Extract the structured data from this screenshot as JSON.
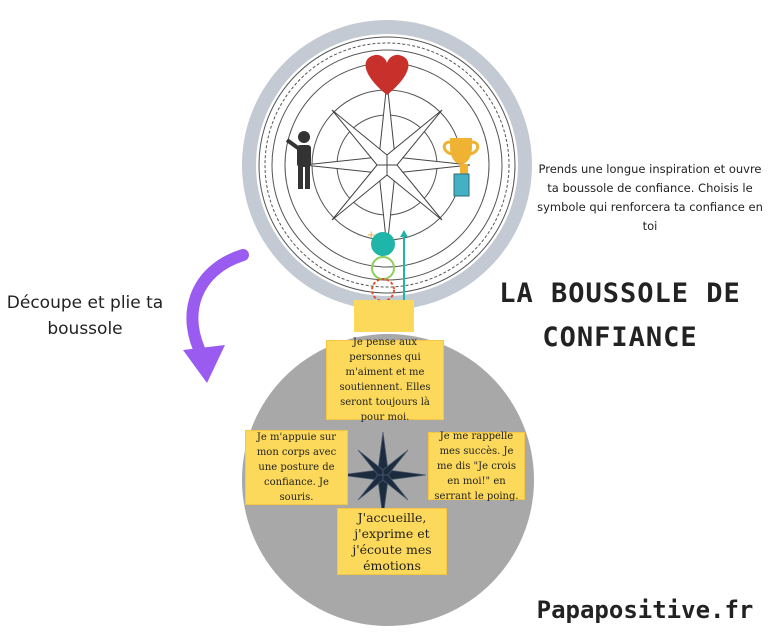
{
  "instructions": "Prends une longue inspiration et ouvre ta boussole de confiance. Choisis le symbole qui renforcera ta confiance en toi",
  "cut_instruction": "Découpe et plie ta boussole",
  "title": "La boussole de confiance",
  "boxes": {
    "top": "Je pense aux personnes qui m'aiment et me soutiennent. Elles seront toujours là pour moi.",
    "left": "Je m'appuie sur mon corps avec une posture de confiance. Je souris.",
    "right": "Je me rappelle mes succès. Je me dis \"Je crois en moi!\" en serrant le poing.",
    "bottom": "J'accueille, j'exprime et j'écoute mes émotions"
  },
  "website": "Papapositive.fr",
  "colors": {
    "yellow": "#fcd95a",
    "ring": "#c3cad3",
    "disc": "#a8a8a8",
    "heart": "#c8302c",
    "trophy": "#f0b232",
    "purple": "#9a5cf0",
    "navy": "#1d2b3e"
  }
}
